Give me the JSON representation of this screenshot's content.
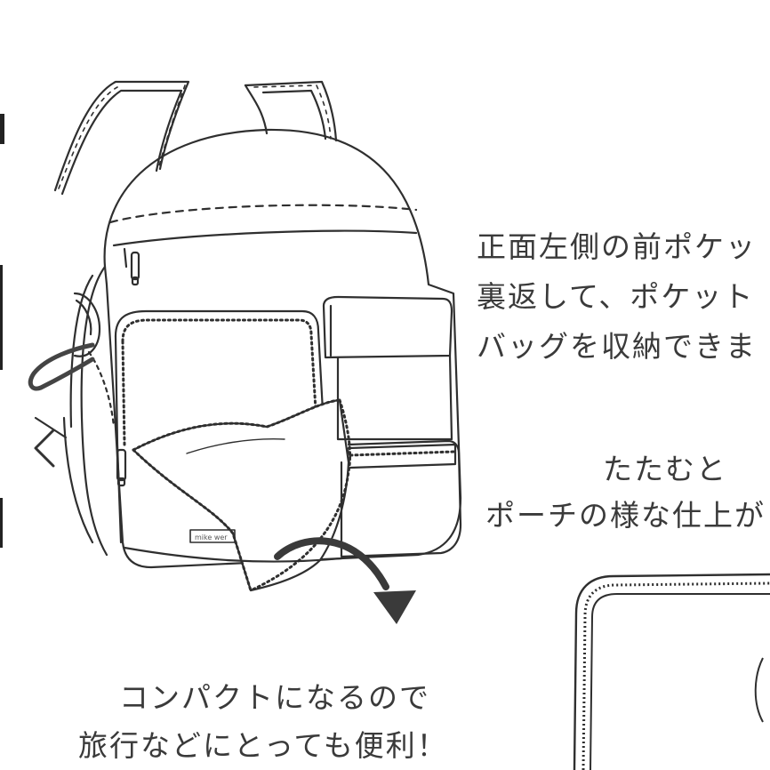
{
  "captions": {
    "front_pocket": [
      "正面左側の前ポケッ",
      "裏返して、ポケット",
      "バッグを収納できま"
    ],
    "fold": [
      "たたむと",
      "ポーチの様な仕上が"
    ],
    "compact": [
      "コンパクトになるので",
      "旅行などにとっても便利！"
    ]
  },
  "bag": {
    "tag_label": "mike wer"
  },
  "navigation": {
    "prev_icon": "chevron-left-icon"
  },
  "colors": {
    "line": "#2f2f2f",
    "text": "#3a3a3a",
    "background": "#ffffff",
    "strap_accent": "#444444"
  }
}
